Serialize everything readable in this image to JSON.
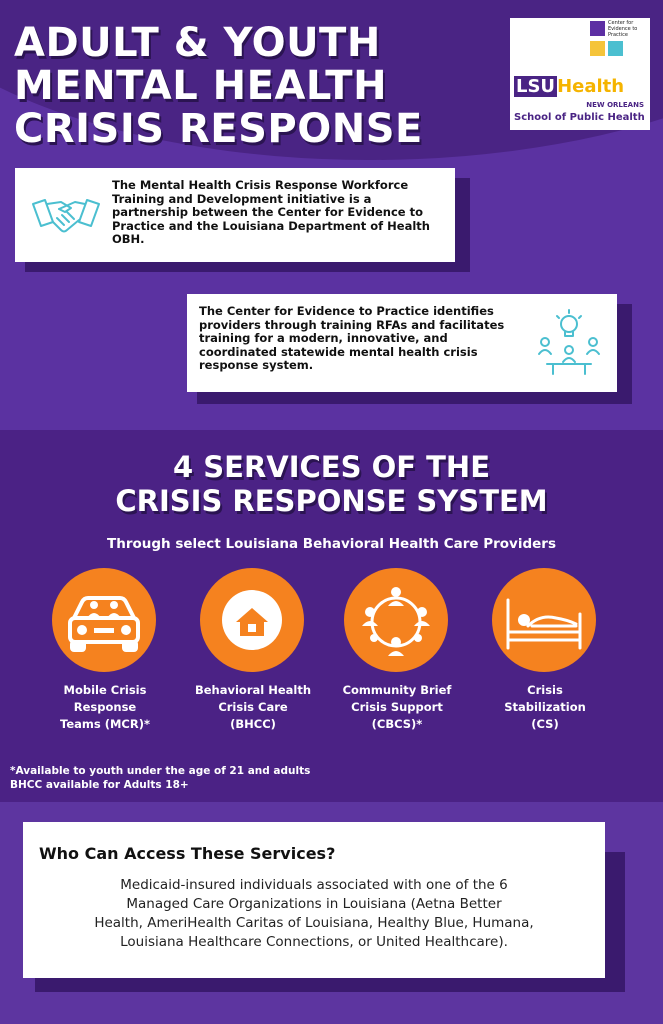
{
  "header": {
    "title_lines": [
      "ADULT & YOUTH",
      "MENTAL HEALTH",
      "CRISIS RESPONSE"
    ],
    "logo": {
      "center_text": "Center for Evidence to Practice",
      "lsu": "LSU",
      "health": "Health",
      "new_orleans": "NEW ORLEANS",
      "school": "School of Public Health"
    }
  },
  "intro": {
    "card1": {
      "icon": "handshake-icon",
      "text": "The Mental Health Crisis Response Workforce Training and Development initiative is a partnership between the Center for Evidence to Practice and the Louisiana Department of Health OBH."
    },
    "card2": {
      "icon": "team-idea-icon",
      "text": "The Center for Evidence to Practice identifies providers through training RFAs and facilitates training for a modern, innovative, and coordinated statewide mental health crisis response system."
    }
  },
  "services": {
    "title_lines": [
      "4 SERVICES OF THE",
      "CRISIS RESPONSE SYSTEM"
    ],
    "subtitle": "Through select Louisiana Behavioral Health Care Providers",
    "items": [
      {
        "icon": "car-icon",
        "lines": [
          "Mobile Crisis",
          "Response",
          "Teams (MCR)*"
        ]
      },
      {
        "icon": "house-icon",
        "lines": [
          "Behavioral Health",
          "Crisis Care",
          "(BHCC)"
        ]
      },
      {
        "icon": "community-icon",
        "lines": [
          "Community Brief",
          "Crisis Support",
          "(CBCS)*"
        ]
      },
      {
        "icon": "bed-icon",
        "lines": [
          "Crisis",
          "Stabilization",
          "(CS)"
        ]
      }
    ],
    "note_lines": [
      "*Available to youth under the age of 21 and adults",
      "BHCC available for Adults 18+"
    ]
  },
  "access": {
    "heading": "Who Can Access These Services?",
    "body_lines": [
      "Medicaid-insured individuals associated with one of the 6",
      "Managed Care Organizations in Louisiana (Aetna Better",
      "Health, AmeriHealth Caritas of Louisiana, Healthy Blue, Humana,",
      "Louisiana Healthcare Connections, or United Healthcare)."
    ]
  },
  "colors": {
    "purple": "#5b32a1",
    "dark_purple": "#4b2285",
    "orange": "#f5821f",
    "teal": "#4bbfd0",
    "gold": "#f5b400"
  }
}
